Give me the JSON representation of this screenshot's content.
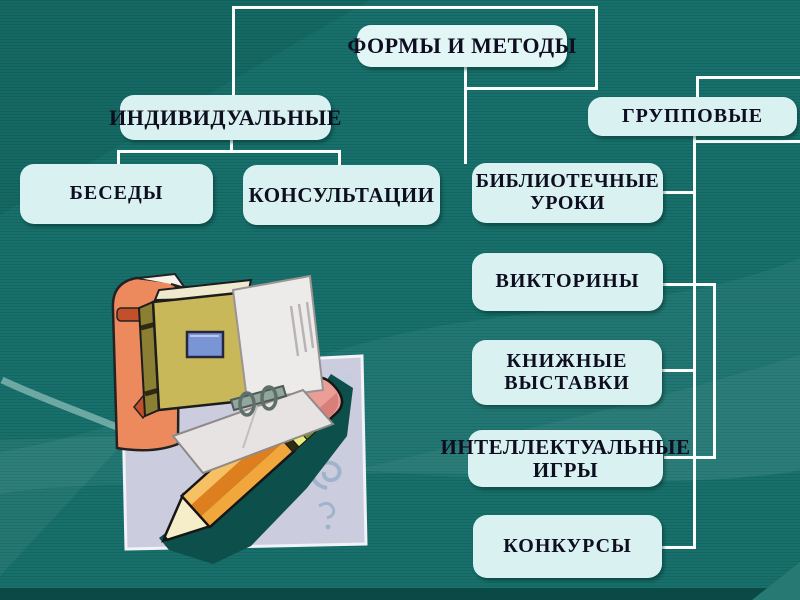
{
  "slide": {
    "background_color": "#17706b",
    "box_fill_color": "#d9f2f1",
    "box_text_color": "#0e0e20",
    "connector_color": "#fbffff",
    "bottom_band_color": "#0b4946",
    "illustration": "books-and-pencil-clipart"
  },
  "diagram": {
    "root": {
      "label": "ФОРМЫ И МЕТОДЫ"
    },
    "individual": {
      "label": "ИНДИВИДУАЛЬНЫЕ"
    },
    "gruppovye": {
      "label": "ГРУППОВЫЕ"
    },
    "besedy": {
      "label": "БЕСЕДЫ"
    },
    "konsultacii": {
      "label": "КОНСУЛЬТАЦИИ"
    },
    "bibliotechnye": {
      "line1": "БИБЛИОТЕЧНЫЕ",
      "line2": "УРОКИ"
    },
    "viktoriny": {
      "label": "ВИКТОРИНЫ"
    },
    "knizhnye": {
      "line1": "КНИЖНЫЕ",
      "line2": "ВЫСТАВКИ"
    },
    "intellektualnye": {
      "line1": "ИНТЕЛЛЕКТУАЛЬНЫЕ",
      "line2": "ИГРЫ"
    },
    "konkursy": {
      "label": "КОНКУРСЫ"
    },
    "structure": {
      "ФОРМЫ И МЕТОДЫ": [
        "ИНДИВИДУАЛЬНЫЕ",
        "ГРУППОВЫЕ"
      ],
      "ИНДИВИДУАЛЬНЫЕ": [
        "БЕСЕДЫ",
        "КОНСУЛЬТАЦИИ"
      ],
      "ГРУППОВЫЕ": [
        "БИБЛИОТЕЧНЫЕ УРОКИ",
        "ВИКТОРИНЫ",
        "КНИЖНЫЕ ВЫСТАВКИ",
        "ИНТЕЛЛЕКТУАЛЬНЫЕ ИГРЫ",
        "КОНКУРСЫ"
      ]
    }
  }
}
